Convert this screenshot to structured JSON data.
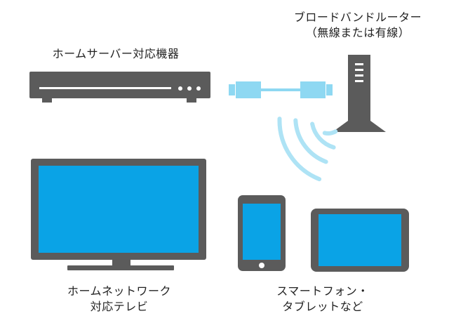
{
  "labels": {
    "home_server": "ホームサーバー対応機器",
    "router_line1": "ブロードバンドルーター",
    "router_line2": "（無線または有線）",
    "tv_line1": "ホームネットワーク",
    "tv_line2": "対応テレビ",
    "mobile_line1": "スマートフォン・",
    "mobile_line2": "タブレットなど"
  },
  "colors": {
    "device": "#5b5b5b",
    "screen": "#0aa3e6",
    "cable": "#8ed8f2",
    "wave": "#aee3f5",
    "text": "#222222"
  },
  "icons": {
    "server": "home-server-icon",
    "router": "router-icon",
    "cable": "lan-cable-icon",
    "wifi": "wifi-waves-icon",
    "tv": "tv-icon",
    "phone": "smartphone-icon",
    "tablet": "tablet-icon"
  }
}
